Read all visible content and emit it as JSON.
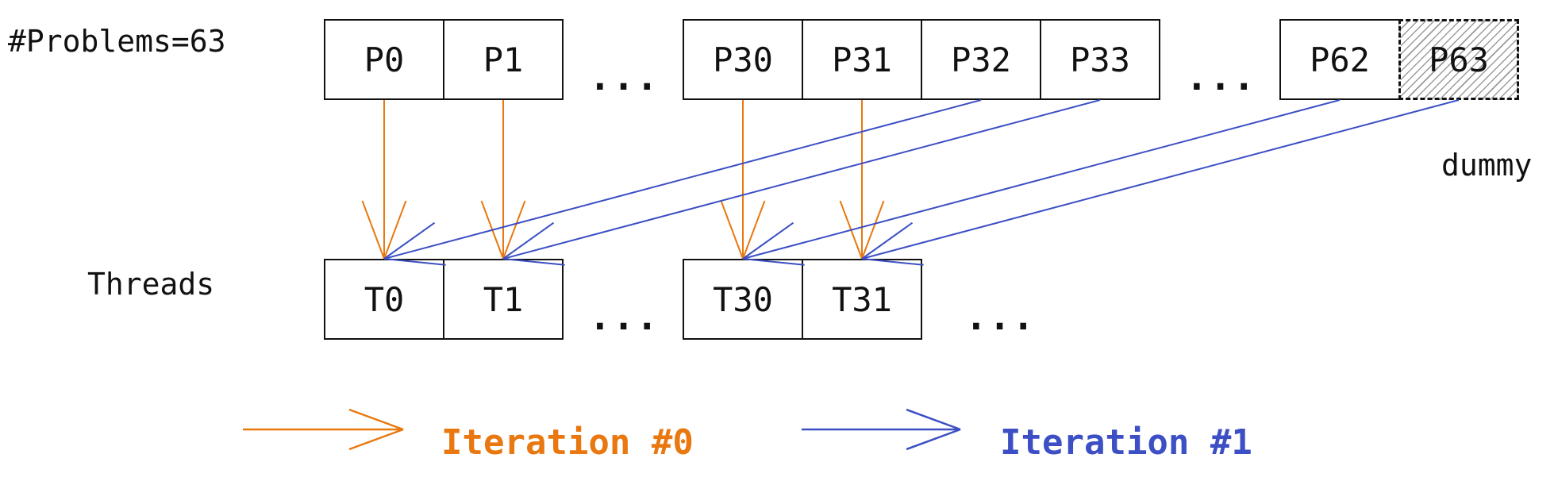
{
  "labels": {
    "problems": "#Problems=63",
    "threads": "Threads",
    "dummy": "dummy",
    "ellipsis": "..."
  },
  "problems": [
    "P0",
    "P1",
    "P30",
    "P31",
    "P32",
    "P33",
    "P62",
    "P63"
  ],
  "threads": [
    "T0",
    "T1",
    "T30",
    "T31"
  ],
  "legend": [
    {
      "label": "Iteration #0",
      "color": "#e8780f"
    },
    {
      "label": "Iteration #1",
      "color": "#3c4fc4"
    }
  ],
  "colors": {
    "iteration0": "#e8780f",
    "iteration1": "#3c4fc4",
    "stroke": "#111111"
  },
  "mappings": [
    {
      "problem": "P0",
      "thread": "T0",
      "iteration": 0
    },
    {
      "problem": "P1",
      "thread": "T1",
      "iteration": 0
    },
    {
      "problem": "P30",
      "thread": "T30",
      "iteration": 0
    },
    {
      "problem": "P31",
      "thread": "T31",
      "iteration": 0
    },
    {
      "problem": "P32",
      "thread": "T0",
      "iteration": 1
    },
    {
      "problem": "P33",
      "thread": "T1",
      "iteration": 1
    },
    {
      "problem": "P62",
      "thread": "T30",
      "iteration": 1
    },
    {
      "problem": "P63",
      "thread": "T31",
      "iteration": 1
    }
  ]
}
